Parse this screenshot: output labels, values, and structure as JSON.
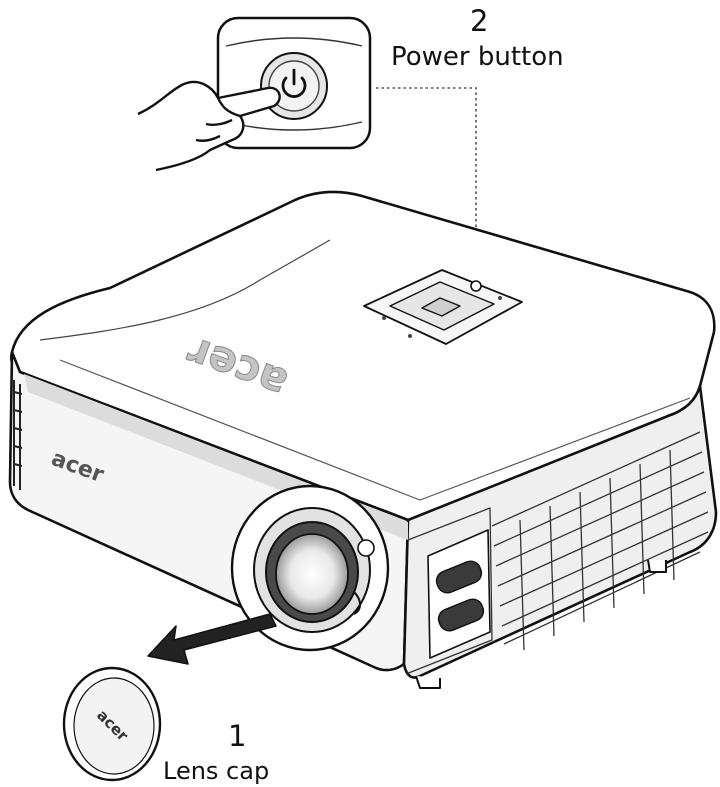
{
  "callouts": {
    "power": {
      "number": "2",
      "label": "Power button"
    },
    "lens": {
      "number": "1",
      "label": "Lens cap"
    }
  },
  "branding": {
    "logo_text": "acer"
  },
  "colors": {
    "line": "#111111",
    "body": "#ffffff",
    "shade": "#dcdcdc",
    "dark": "#2a2a2a"
  }
}
